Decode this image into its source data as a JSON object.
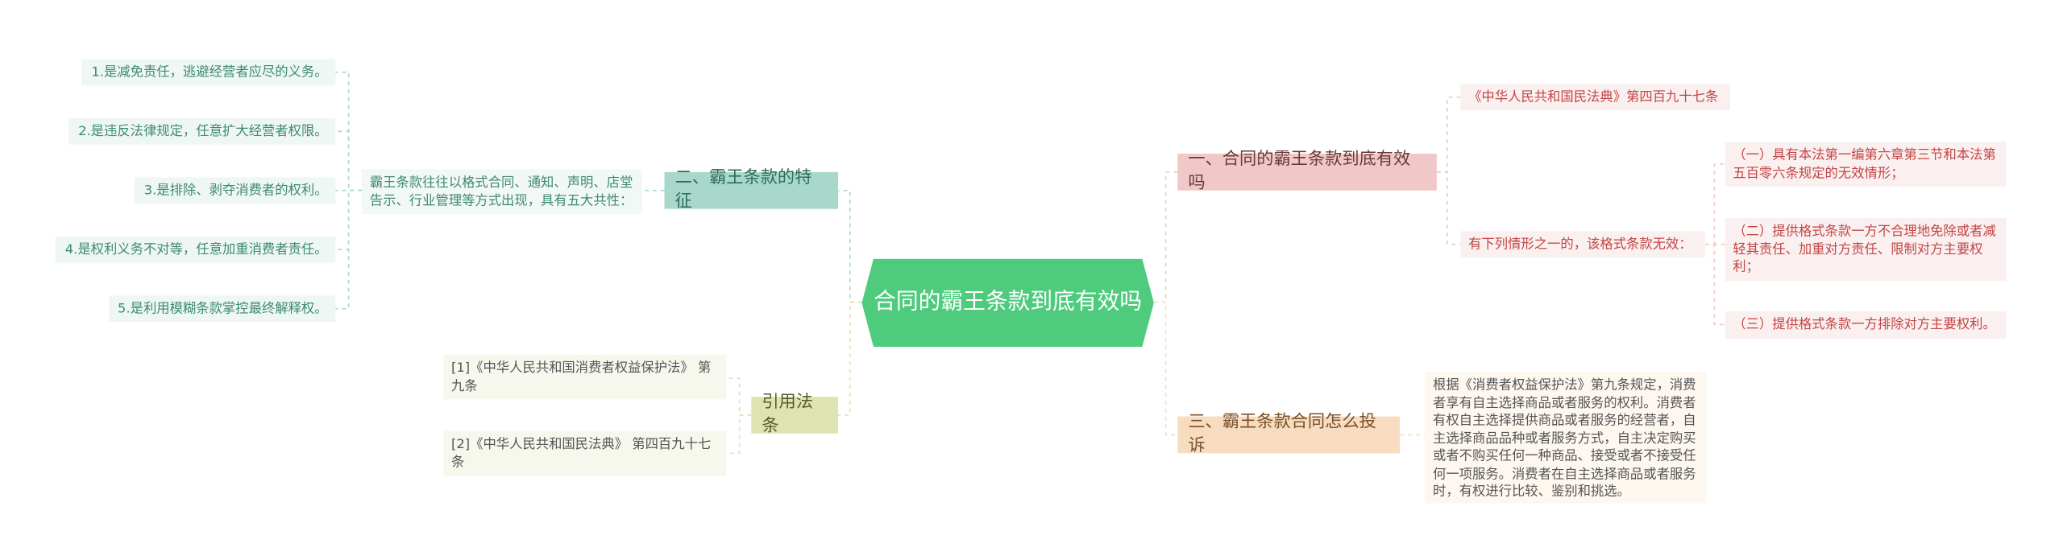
{
  "root": {
    "title": "合同的霸王条款到底有效吗"
  },
  "branches": {
    "validity": {
      "title": "一、合同的霸王条款到底有效吗",
      "color": "#f0c8c8",
      "source": "《中华人民共和国民法典》第四百九十七条",
      "condition": "有下列情形之一的，该格式条款无效：",
      "items": [
        "（一）具有本法第一编第六章第三节和本法第五百零六条规定的无效情形；",
        "（二）提供格式条款一方不合理地免除或者减轻其责任、加重对方责任、限制对方主要权利；",
        "（三）提供格式条款一方排除对方主要权利。"
      ]
    },
    "complaint": {
      "title": "三、霸王条款合同怎么投诉",
      "color": "#f8dcc0",
      "text": "根据《消费者权益保护法》第九条规定，消费者享有自主选择商品或者服务的权利。消费者有权自主选择提供商品或者服务的经营者，自主选择商品品种或者服务方式，自主决定购买或者不购买任何一种商品、接受或者不接受任何一项服务。消费者在自主选择商品或者服务时，有权进行比较、鉴别和挑选。"
    },
    "features": {
      "title": "二、霸王条款的特征",
      "color": "#a8d8cc",
      "intro": "霸王条款往往以格式合同、通知、声明、店堂告示、行业管理等方式出现，具有五大共性：",
      "items": [
        "1.是减免责任，逃避经营者应尽的义务。",
        "2.是违反法律规定，任意扩大经营者权限。",
        "3.是排除、剥夺消费者的权利。",
        "4.是权利义务不对等，任意加重消费者责任。",
        "5.是利用模糊条款掌控最终解释权。"
      ]
    },
    "laws": {
      "title": "引用法条",
      "color": "#dde4b2",
      "items": [
        "[1]《中华人民共和国消费者权益保护法》 第九条",
        "[2]《中华人民共和国民法典》 第四百九十七条"
      ]
    }
  }
}
